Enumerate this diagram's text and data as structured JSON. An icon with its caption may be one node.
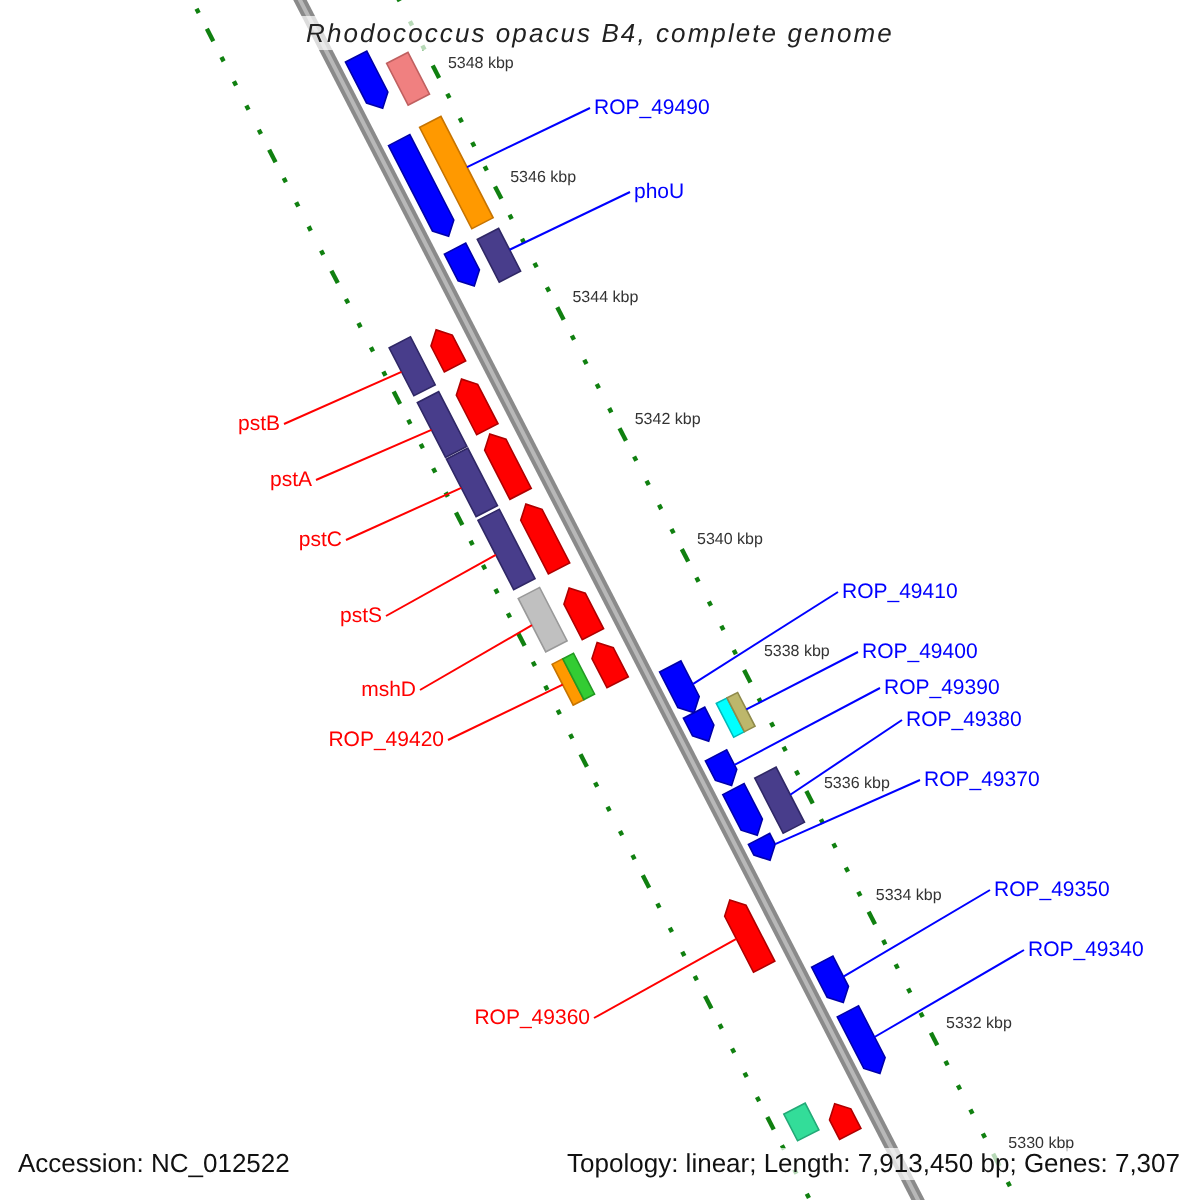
{
  "diagram": {
    "title": "Rhodococcus opacus B4, complete genome",
    "nodes": [
      {
        "text": [
          "ROP_49490"
        ]
      },
      {
        "text": [
          "phoU"
        ]
      },
      {
        "text": [
          "pstB"
        ]
      },
      {
        "text": [
          "pstA"
        ]
      },
      {
        "text": [
          "pstC"
        ]
      },
      {
        "text": [
          "ROP_49410"
        ]
      },
      {
        "text": [
          "pstS"
        ]
      },
      {
        "text": [
          "ROP_49400"
        ]
      },
      {
        "text": [
          "ROP_49390"
        ]
      },
      {
        "text": [
          "mshD"
        ]
      },
      {
        "text": [
          "ROP_49380"
        ]
      },
      {
        "text": [
          "ROP_49420"
        ]
      },
      {
        "text": [
          "ROP_49370"
        ]
      },
      {
        "text": [
          "ROP_49350"
        ]
      },
      {
        "text": [
          "ROP_49340"
        ]
      },
      {
        "text": [
          "ROP_49360"
        ]
      },
      {
        "text": [],
        "shape": "arrow"
      },
      {
        "text": [],
        "shape": "bar"
      },
      {
        "text": [],
        "shape": "bar"
      },
      {
        "text": [],
        "shape": "arrow"
      },
      {
        "text": [],
        "shape": "arrow"
      },
      {
        "text": [],
        "shape": "bar"
      },
      {
        "text": [],
        "shape": "bar"
      },
      {
        "text": [],
        "shape": "arrow"
      },
      {
        "text": [],
        "shape": "arrow"
      },
      {
        "text": [],
        "shape": "bar"
      },
      {
        "text": [],
        "shape": "arrow"
      },
      {
        "text": [],
        "shape": "bar"
      },
      {
        "text": [],
        "shape": "bar"
      },
      {
        "text": [],
        "shape": "arrow"
      },
      {
        "text": [],
        "shape": "bar"
      },
      {
        "text": [],
        "shape": "arrow"
      },
      {
        "text": [],
        "shape": "bar"
      },
      {
        "text": [],
        "shape": "bar"
      },
      {
        "text": [],
        "shape": "arrow"
      },
      {
        "text": [],
        "shape": "arrow"
      },
      {
        "text": [],
        "shape": "arrow"
      },
      {
        "text": [],
        "shape": "bar"
      },
      {
        "text": [],
        "shape": "bar"
      },
      {
        "text": [],
        "shape": "arrow"
      },
      {
        "text": [],
        "shape": "bar"
      },
      {
        "text": [],
        "shape": "arrow"
      },
      {
        "text": [],
        "shape": "arrow"
      },
      {
        "text": [],
        "shape": "arrow"
      },
      {
        "text": [],
        "shape": "arrow"
      },
      {
        "text": [],
        "shape": "arrow"
      },
      {
        "text": [],
        "shape": "bar"
      },
      {
        "text": [],
        "shape": "arrow"
      }
    ],
    "edges": [
      {
        "from": 0,
        "to": 18,
        "arrow": "none"
      },
      {
        "from": 1,
        "to": 21,
        "arrow": "none"
      },
      {
        "from": 2,
        "to": 22,
        "arrow": "none",
        "color": "#ff0000"
      },
      {
        "from": 3,
        "to": 25,
        "arrow": "none",
        "color": "#ff0000"
      },
      {
        "from": 4,
        "to": 27,
        "arrow": "none",
        "color": "#ff0000"
      },
      {
        "from": 5,
        "to": 35,
        "arrow": "none"
      },
      {
        "from": 6,
        "to": 28,
        "arrow": "none",
        "color": "#ff0000"
      },
      {
        "from": 7,
        "to": 38,
        "arrow": "none"
      },
      {
        "from": 8,
        "to": 39,
        "arrow": "none"
      },
      {
        "from": 9,
        "to": 30,
        "arrow": "none",
        "color": "#ff0000"
      },
      {
        "from": 10,
        "to": 40,
        "arrow": "none"
      },
      {
        "from": 11,
        "to": 32,
        "arrow": "none",
        "color": "#ff0000"
      },
      {
        "from": 12,
        "to": 42,
        "arrow": "none"
      },
      {
        "from": 13,
        "to": 44,
        "arrow": "none"
      },
      {
        "from": 14,
        "to": 45,
        "arrow": "none"
      },
      {
        "from": 15,
        "to": 43,
        "arrow": "none",
        "color": "#ff0000"
      }
    ],
    "labels": [
      "5348 kbp",
      "5346 kbp",
      "5344 kbp",
      "5342 kbp",
      "5340 kbp",
      "5338 kbp",
      "5336 kbp",
      "5334 kbp",
      "5332 kbp",
      "5330 kbp",
      "Accession: NC_012522",
      "Topology: linear; Length: 7,913,450 bp; Genes: 7,307"
    ]
  }
}
